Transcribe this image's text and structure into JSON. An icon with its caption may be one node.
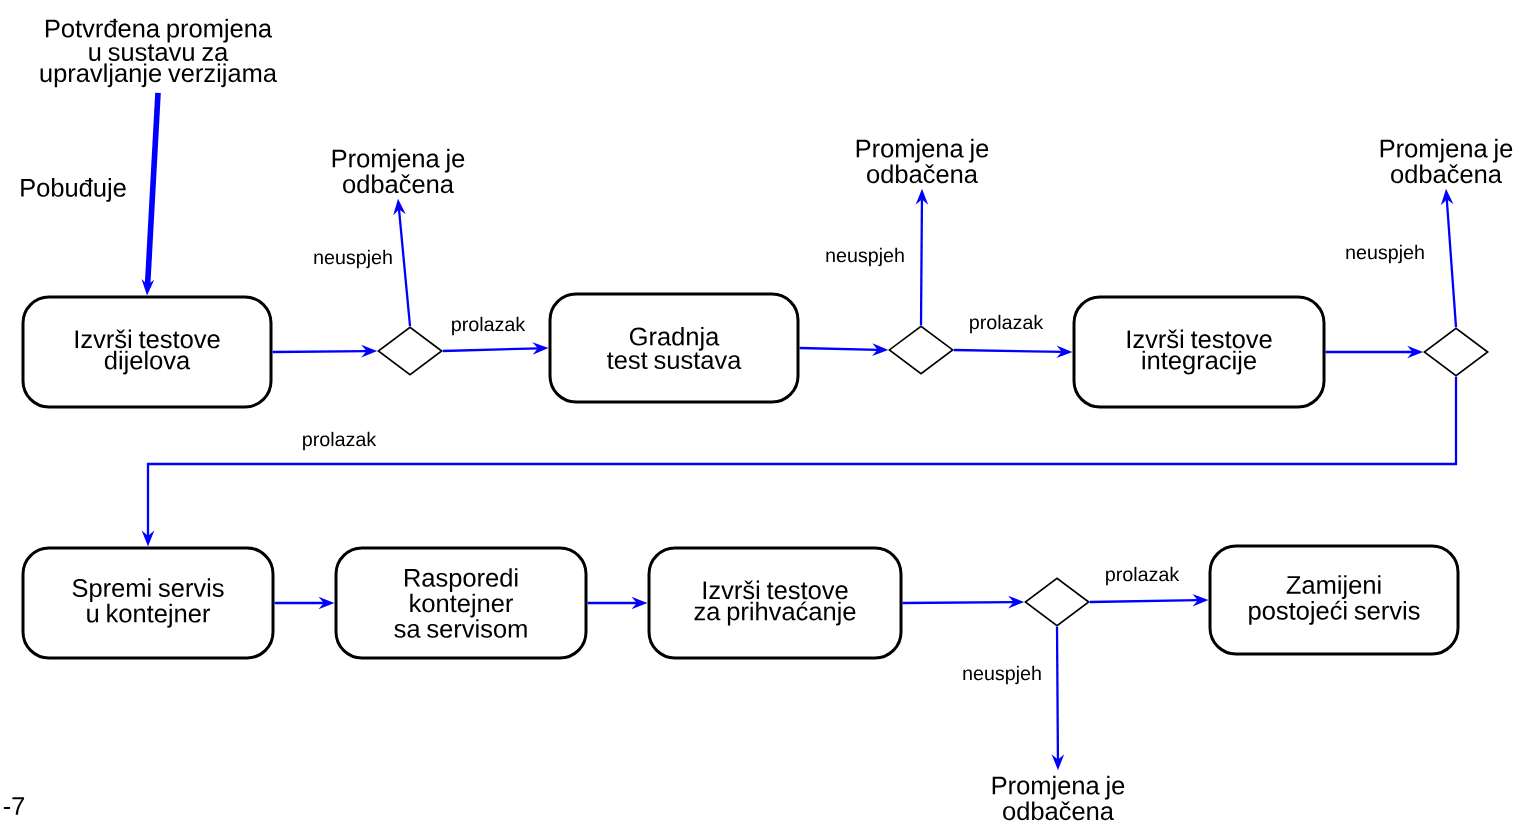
{
  "diagram": {
    "nodes": [
      {
        "text": [
          "Potvrđena promjena u sustavu za upravljanje verzijama"
        ]
      },
      {
        "text": [
          "Izvrši testove dijelova"
        ]
      },
      {
        "text": [],
        "shape": "diamond"
      },
      {
        "text": [
          "Promjena je odbačena"
        ]
      },
      {
        "text": [
          "Gradnja test sustava"
        ]
      },
      {
        "text": [],
        "shape": "diamond"
      },
      {
        "text": [
          "Promjena je odbačena"
        ]
      },
      {
        "text": [
          "Izvrši testove integracije"
        ]
      },
      {
        "text": [],
        "shape": "diamond"
      },
      {
        "text": [
          "Promjena je odbačena"
        ]
      },
      {
        "text": [
          "Spremi servis u kontejner"
        ]
      },
      {
        "text": [
          "Rasporedi kontejner sa servisom"
        ]
      },
      {
        "text": [
          "Izvrši testove za prihvaćanje"
        ]
      },
      {
        "text": [],
        "shape": "diamond"
      },
      {
        "text": [
          "Zamijeni postojeći servis"
        ]
      },
      {
        "text": [
          "Promjena je odbačena"
        ]
      }
    ],
    "edges": [
      {
        "from": 0,
        "to": 1,
        "arrow": "to",
        "label": "Pobuđuje",
        "style": "thick"
      },
      {
        "from": 1,
        "to": 2,
        "arrow": "to"
      },
      {
        "from": 2,
        "to": 3,
        "arrow": "to",
        "label": "neuspjeh"
      },
      {
        "from": 2,
        "to": 4,
        "arrow": "to",
        "label": "prolazak"
      },
      {
        "from": 4,
        "to": 5,
        "arrow": "to"
      },
      {
        "from": 5,
        "to": 6,
        "arrow": "to",
        "label": "neuspjeh"
      },
      {
        "from": 5,
        "to": 7,
        "arrow": "to",
        "label": "prolazak"
      },
      {
        "from": 7,
        "to": 8,
        "arrow": "to"
      },
      {
        "from": 8,
        "to": 9,
        "arrow": "to",
        "label": "neuspjeh"
      },
      {
        "from": 8,
        "to": 10,
        "arrow": "to",
        "label": "prolazak"
      },
      {
        "from": 10,
        "to": 11,
        "arrow": "to"
      },
      {
        "from": 11,
        "to": 12,
        "arrow": "to"
      },
      {
        "from": 12,
        "to": 13,
        "arrow": "to"
      },
      {
        "from": 13,
        "to": 14,
        "arrow": "to",
        "label": "prolazak"
      },
      {
        "from": 13,
        "to": 15,
        "arrow": "to",
        "label": "neuspjeh"
      }
    ],
    "labels": [
      "-7"
    ]
  }
}
